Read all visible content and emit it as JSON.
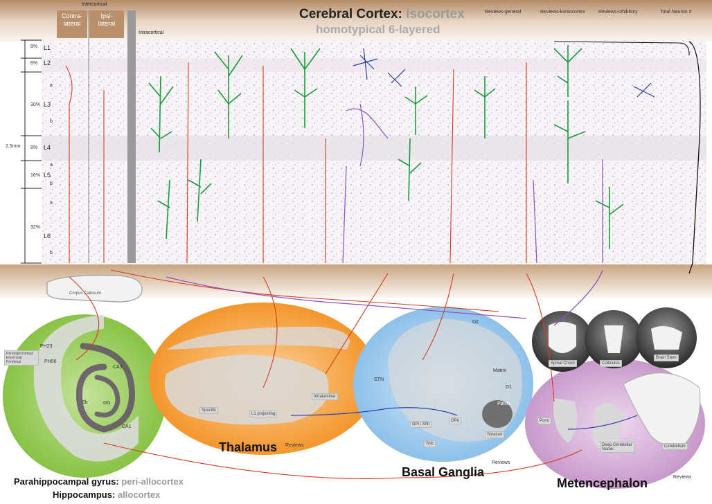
{
  "header": {
    "title_strong": "Cerebral Cortex:",
    "title_light": "isocortex",
    "subtitle": "homotypical 6-layered"
  },
  "columns": {
    "intercortical": "Intercortical",
    "contralateral_1": "Contra-",
    "contralateral_2": "lateral",
    "ipsilateral_1": "Ipsi-",
    "ipsilateral_2": "lateral",
    "intracortical": "Intracortical"
  },
  "reviews_legend": {
    "general": "Reviews-general",
    "koniocortex": "Reviews-koniocortex",
    "inhibitory": "Reviews-inhibitory",
    "total": "Total Neuron #"
  },
  "layers": [
    {
      "name": "L1",
      "pct": "8%"
    },
    {
      "name": "L2",
      "pct": "6%"
    },
    {
      "name": "L3",
      "pct": "30%"
    },
    {
      "name": "L4",
      "pct": "8%"
    },
    {
      "name": "L5",
      "pct": "16%"
    },
    {
      "name": "L6",
      "pct": "32%"
    }
  ],
  "sublayer": {
    "a": "a",
    "b": "b"
  },
  "thickness": "2.5mm",
  "structures": {
    "corpus_callosum": "Corpus Callosum",
    "spinal_chord": "Spinal Chord",
    "colliculus": "Colliculus",
    "brain_stem": "Brain Stem"
  },
  "hippocampus": {
    "ph23": "PH23",
    "ph56": "PH56",
    "ca3": "CA3",
    "ca1": "CA1",
    "dg": "DG",
    "sb": "Sb",
    "entorhinal": "Parahippocampal Entorhinal Perirhinal"
  },
  "thalamus_labels": {
    "specific": "Specific",
    "l1_projecting": "L1 projecting",
    "intralaminar": "Intralaminar"
  },
  "basal_ganglia_labels": {
    "stn": "STN",
    "d2": "D2",
    "d1": "D1",
    "matrix": "Matrix",
    "patch": "Patch",
    "gpi_snr": "GPi / SNr",
    "gpe": "GPe",
    "snc": "SNc",
    "striatum": "Striatum"
  },
  "metencephalon_labels": {
    "pons": "Pons",
    "deep_nuclei": "Deep Cerebellar Nuclei",
    "cerebellum": "Cerebellum"
  },
  "regions": {
    "thalamus": "Thalamus",
    "basal_ganglia": "Basal Ganglia",
    "metencephalon": "Metencephalon",
    "reviews": "Reviews",
    "parahippo_strong": "Parahippocampal gyrus:",
    "parahippo_light": "peri-allocortex",
    "hippo_strong": "Hippocampus:",
    "hippo_light": "allocortex"
  },
  "colors": {
    "green_region": "#8dc63f",
    "orange_region": "#f7941d",
    "blue_region": "#8fc3ea",
    "purple_region": "#c79acb",
    "cortex_band": "#c8a98a",
    "pyramidal": "#1a9a3a",
    "excitatory_axon": "#d63a1a",
    "inhibitory": "#2b3fa8",
    "modulatory": "#8a4fc2"
  }
}
